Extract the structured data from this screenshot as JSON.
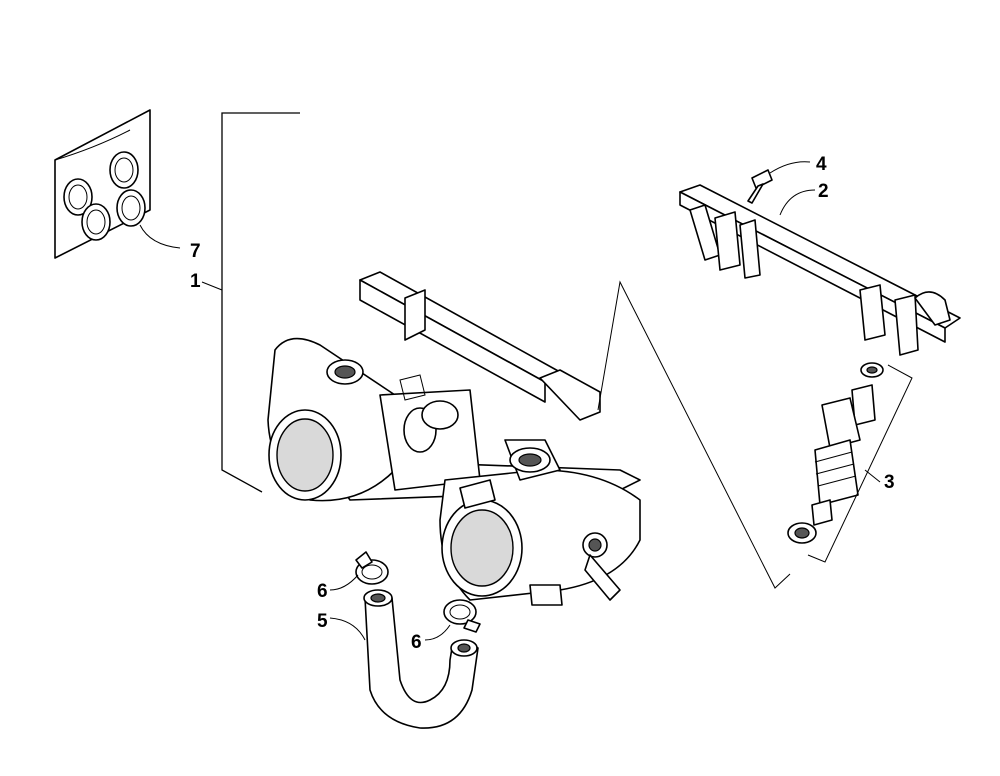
{
  "diagram": {
    "callouts": {
      "c1": "1",
      "c2": "2",
      "c3": "3",
      "c4": "4",
      "c5": "5",
      "c6a": "6",
      "c6b": "6",
      "c7": "7"
    },
    "line_color": "#000000",
    "background": "#ffffff"
  }
}
